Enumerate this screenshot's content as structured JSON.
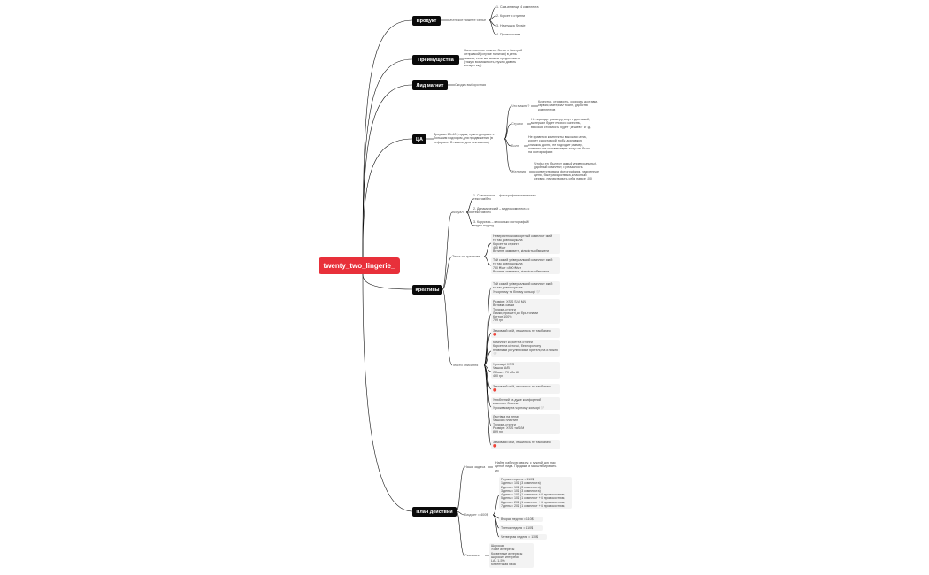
{
  "root": "twenty_two_lingerie_",
  "topics": {
    "product": "Продукт",
    "advantages": "Преимущества",
    "lead_magnet": "Лид магнит",
    "ca": "ЦА",
    "creatives": "Креативы",
    "action_plan": "План действий"
  },
  "product": {
    "desc": "Женское нижнее белье",
    "items": [
      "1. Сам-ин вещи 4 комплекта",
      "2. Корсет и стринги",
      "3. Ночнушка Sexsie",
      "4. Промокостюм"
    ]
  },
  "advantages": {
    "desc": "Качественное нижнее белье с быстрой\nотправкой (случае наличия) в день\nзаказа, если мы можем предоставить\n(такую возможность, нужно давать\nконкретику)"
  },
  "lead_magnet": {
    "desc": "Скидка выборочная"
  },
  "ca": {
    "desc": "Девушки 18–40 | годам, нужно девушке с\nбольшим подходом для продвижения (в\nреферале, В нашем, для рекламных)",
    "branches": [
      {
        "label": "Что важно?",
        "text": "Качество, стоимость, скорость доставки,\nсервис, материал ткани, удобство\nкомплектов"
      },
      {
        "label": "Страхи",
        "text": "Не подходит размеру, мнут с доставкой,\nматериал будет плохого качества,\nвысокая стоимость будет \"дешево\" и т.д."
      },
      {
        "label": "Боли",
        "text": "Не нравятся комплекты, высокая цена,\nкорсет с доставкой, нобы доставкою\nслишком долго, не подходит размер,\nкомплект не соответствует тому что было\nна фотографиях"
      },
      {
        "label": "Желания",
        "text": "Чтобы это был тот самый универсальный,\nудобный комплект, и реальность\nсоответствовала фотографиям, умеренные\nцены, быстрая доставка, классный\nсервис, почувствовать себя на все 100"
      }
    ]
  },
  "creatives": {
    "visual_label": "Визуал",
    "visual_items": [
      "1. Статическое – фотография комплекта с\nтекстом/без",
      "2. Динамический – видео комплекта с\nтекстом/без",
      "3. Карусель – несколько фотографий/\nвидео подряд"
    ],
    "text_creative_label": "Текст на креативе",
    "text_creative_items": [
      "Невероятно комфортный комплект який\nти так довго шукала\nКорсет та стринги\n490 ₴/шт\nВстигни замовити, кількість обмежена",
      "Той самий універсальний комплект який\nти так довго шукала\n750 ₴/шт ≈890 ₴/шт\nВстигни замовити, кількість обмежена"
    ],
    "description_label": "Тексти описання",
    "description_items": [
      "Той самий універсальний комплект який\nти так довго шукала\nУ чорному та білому кольорі 🤍",
      "Розміри: XS/S S/M M/L\nВставка самки\nТрусики-стрінги\nЛямки, пришиті до бра-топами\nКоттон 100%\n799 грн",
      "Замовляй свій, лишилось не так багато\n🔴",
      "Комплект корсет та стрінги\nКорсет на кісточці, без поролону\nнеявними регулюючими бретелі, на 8 нижня\n🤍",
      "У розмірі XS/S\nЧашка: A/B\nОбхват: 70 або 80\n490 грн",
      "Замовляй свій, лишилось не так багато\n🔴",
      "Улюблений та дуже комфортний\nкомплект боксеки\nУ рожевому та чорному кольорі 🤍",
      "Ластівка на пенах\nЧашка з пластин\nТрусики-стрінги\nРозміри: XS/S та S/M\n899 грн",
      "Замовляй свій, лишилось не так багато\n🔴"
    ]
  },
  "action_plan": {
    "task_label": "Наша задача",
    "task_text": "Найти рабочую связку, с нужной для нас\nценой лида. Продажи и масштабировать\nих",
    "budget_label": "Бюджет = 400$",
    "budget_weeks": [
      "Первая неделя = 110$\n1 день = 10$ (3 комплекта)\n2 день = 10$ (3 комплекта)\n3 день = 10$ (3 комплекта)\n4 день = 10$ (1 комплект + 4 промокостюм)\n5 день = 10$ (1 комплект + 4 промокостюм)\n6 день = 20$ (1 комплект + 4 промокостюм)\n7 день = 20$ (1 комплект + 4 промокостюм)",
      "Вторая неделя = 110$",
      "Третья неделя = 110$",
      "Четвертая неделя = 110$"
    ],
    "segments_label": "Сегменты",
    "segments_text": "Широкая\nУзкие интересы\nКосвенные интересы\nШирокие интересы\nLAL 1-5%\nКлиентская база"
  },
  "colors": {
    "root": "#e8303a",
    "topic": "#0a0a0a",
    "line": "#000000",
    "box": "#f3f3f3"
  }
}
